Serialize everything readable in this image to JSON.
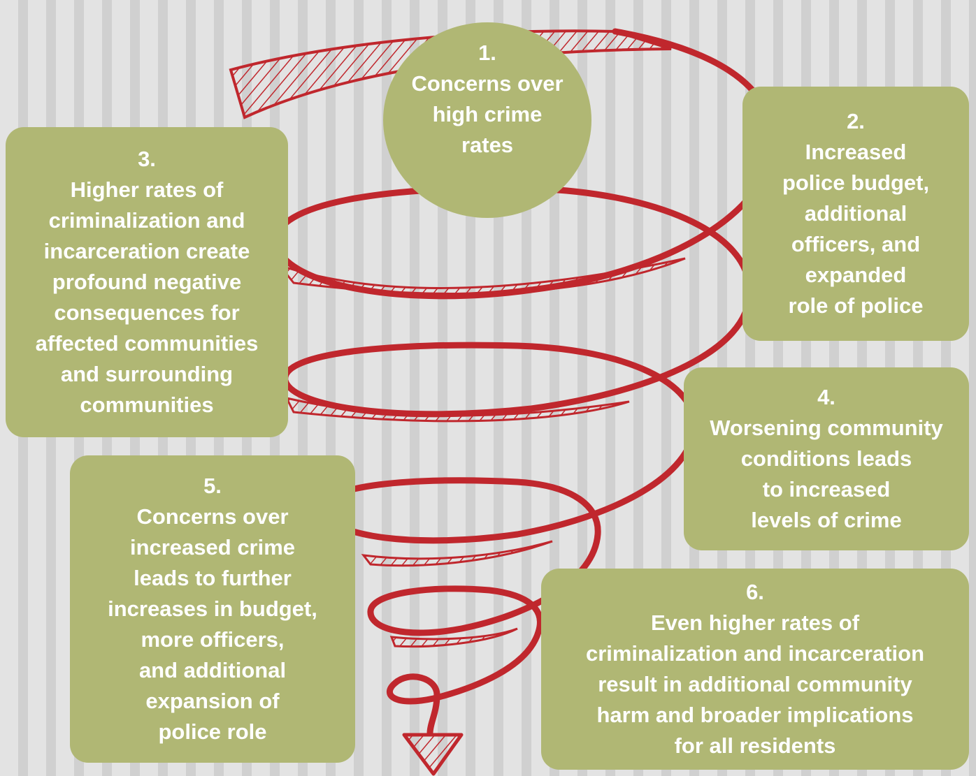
{
  "colors": {
    "background": "#e3e3e3",
    "stripe": "#d0d0d0",
    "box": "#b0b774",
    "spiral": "#c0272d",
    "text": "#ffffff"
  },
  "steps": [
    {
      "number": "1.",
      "lines": [
        "Concerns over",
        "high crime",
        "rates"
      ]
    },
    {
      "number": "2.",
      "lines": [
        "Increased",
        "police budget,",
        "additional",
        "officers, and",
        "expanded",
        "role of police"
      ]
    },
    {
      "number": "3.",
      "lines": [
        "Higher rates of",
        "criminalization and",
        "incarceration create",
        "profound negative",
        "consequences for",
        "affected communities",
        "and surrounding",
        "communities"
      ]
    },
    {
      "number": "4.",
      "lines": [
        "Worsening community",
        "conditions leads",
        "to increased",
        "levels of crime"
      ]
    },
    {
      "number": "5.",
      "lines": [
        "Concerns over",
        "increased crime",
        "leads to further",
        "increases in budget,",
        "more officers,",
        "and additional",
        "expansion of",
        "police role"
      ]
    },
    {
      "number": "6.",
      "lines": [
        "Even higher rates of",
        "criminalization and incarceration",
        "result in additional community",
        "harm and broader implications",
        "for all residents"
      ]
    }
  ]
}
